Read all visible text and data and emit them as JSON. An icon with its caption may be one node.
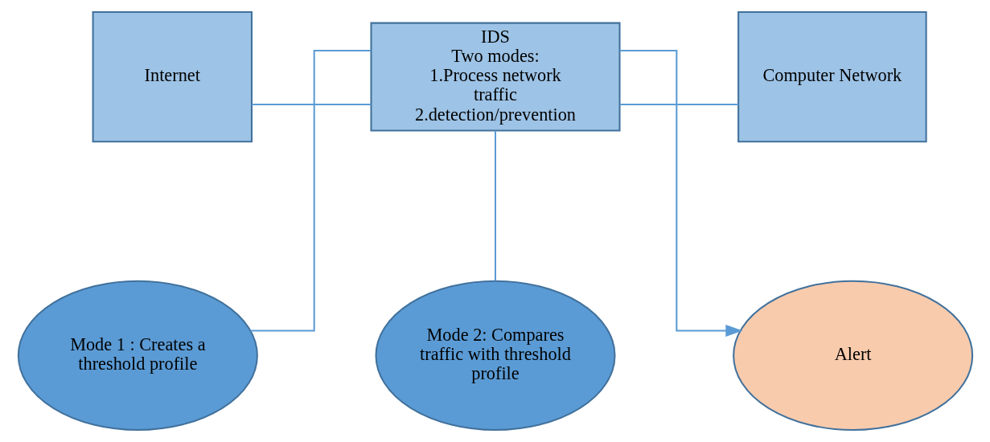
{
  "diagram": {
    "nodes": [
      {
        "text": [
          "Internet"
        ]
      },
      {
        "text": [
          "IDS",
          "Two modes:",
          "1.Process network traffic",
          "2.detection/prevention"
        ]
      },
      {
        "text": [
          "Computer Network"
        ]
      },
      {
        "text": [
          "Mode 1 : Creates a threshold profile"
        ]
      },
      {
        "text": [
          "Mode 2: Compares traffic with threshold profile"
        ]
      },
      {
        "text": [
          "Alert"
        ]
      }
    ],
    "edges": [
      {
        "from": 0,
        "to": 1,
        "arrow": "none"
      },
      {
        "from": 1,
        "to": 2,
        "arrow": "none"
      },
      {
        "from": 1,
        "to": 3,
        "arrow": "none"
      },
      {
        "from": 1,
        "to": 4,
        "arrow": "none"
      },
      {
        "from": 1,
        "to": 5,
        "arrow": "to"
      }
    ]
  }
}
